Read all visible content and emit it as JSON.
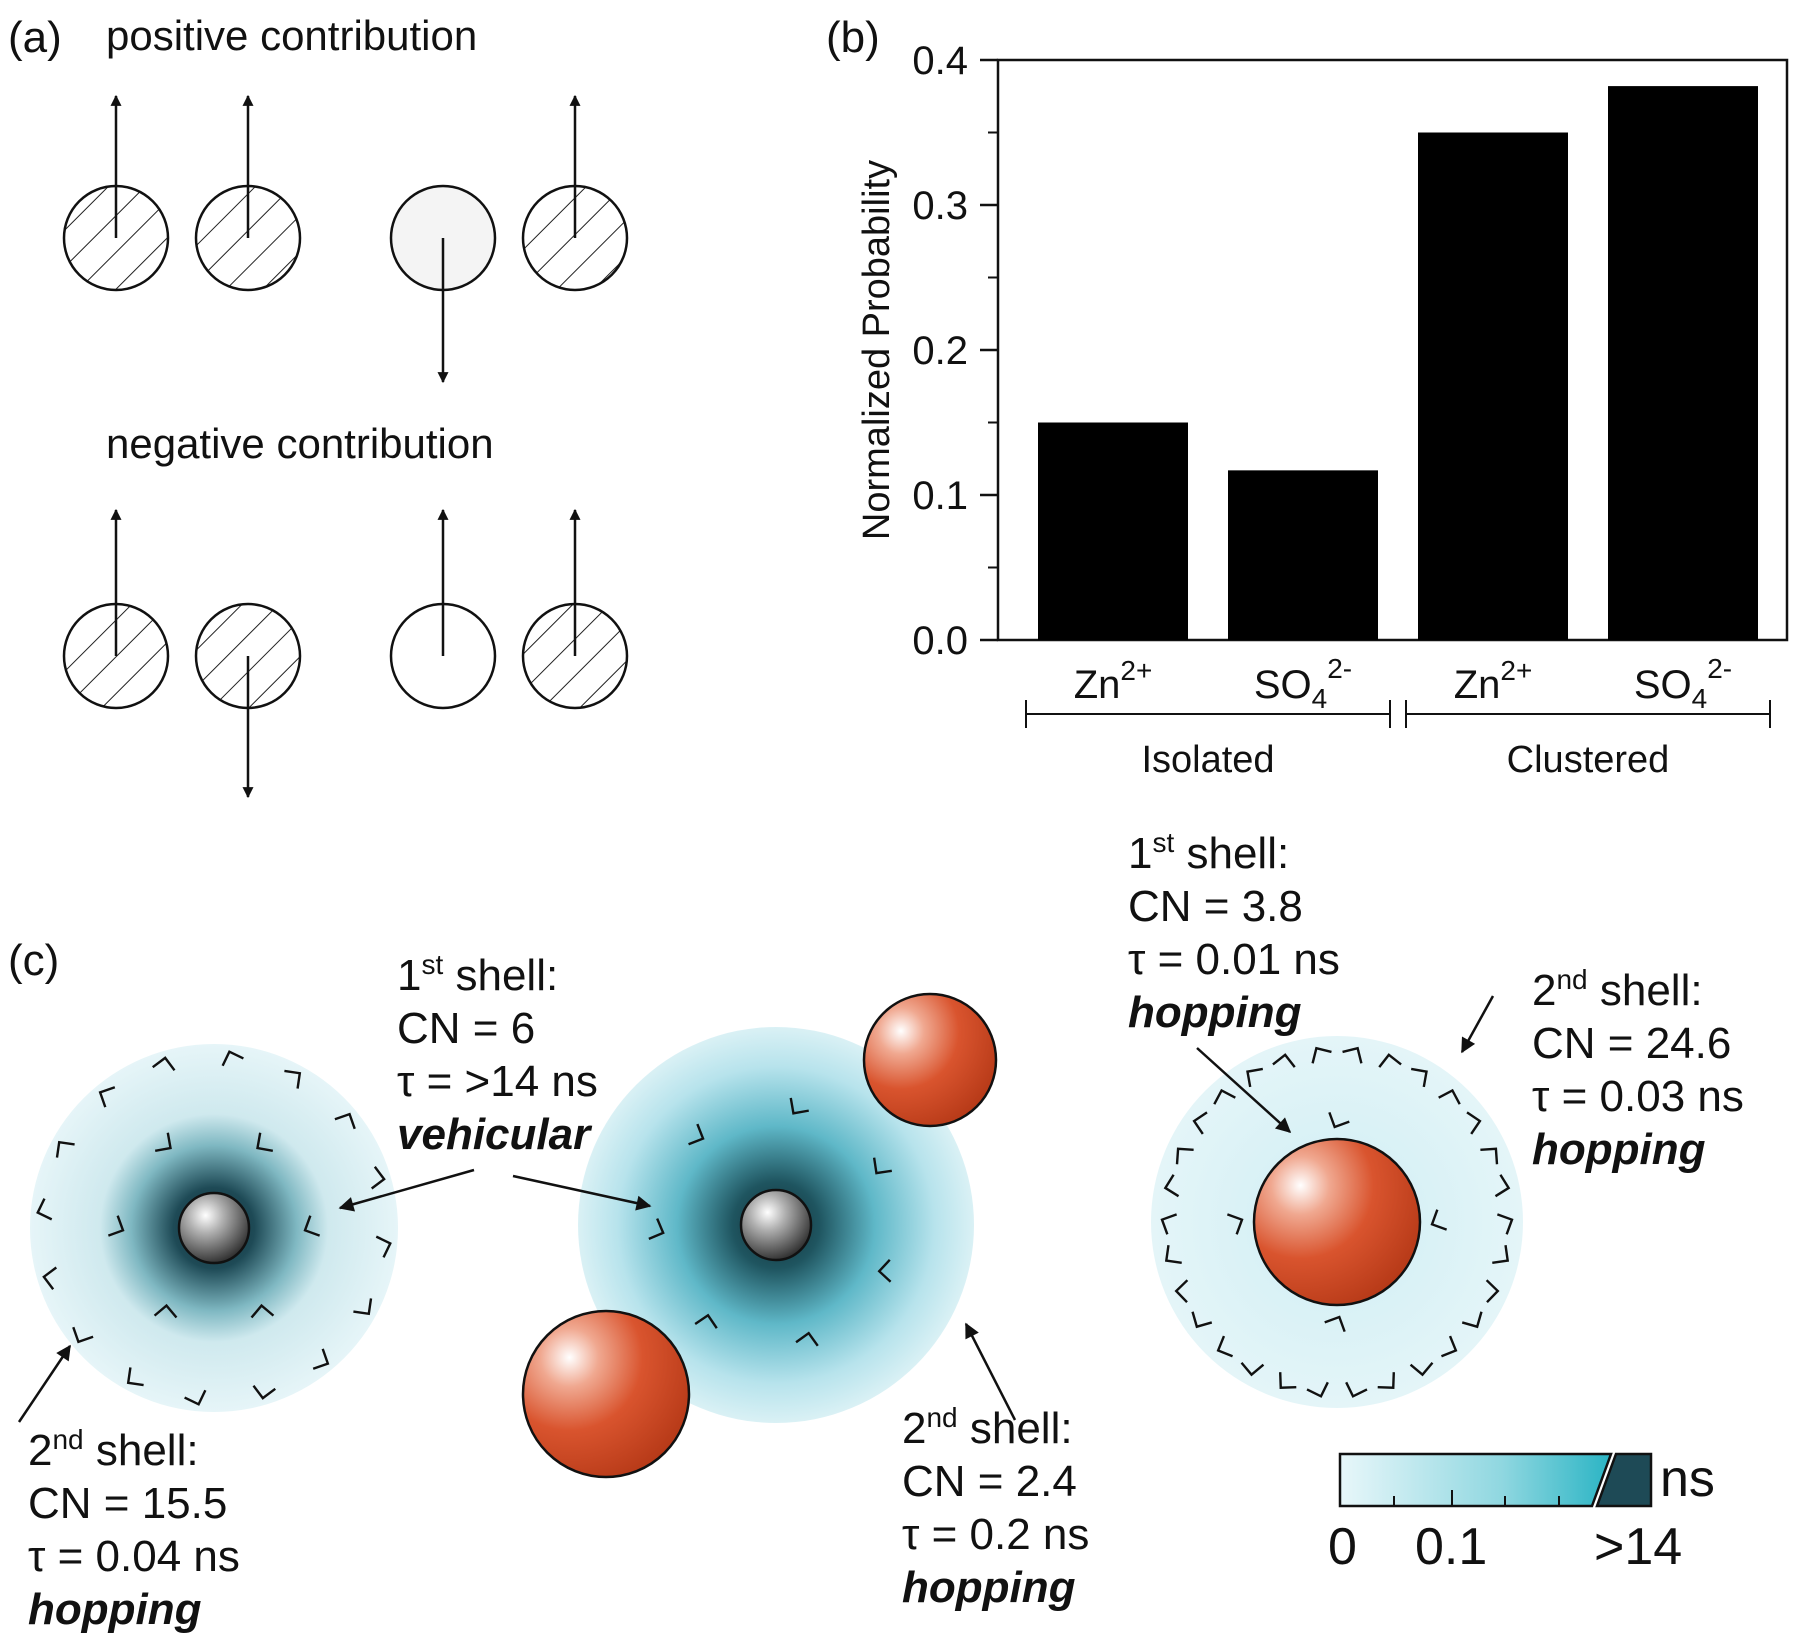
{
  "panel_a": {
    "label": "(a)",
    "positive_label": "positive contribution",
    "negative_label": "negative contribution"
  },
  "panel_b": {
    "label": "(b)"
  },
  "chart_data": {
    "type": "bar",
    "categories": [
      "Zn",
      "SO",
      "Zn",
      "SO"
    ],
    "category_superscripts": [
      "2+",
      "2-",
      "2+",
      "2-"
    ],
    "category_subscripts": [
      "",
      "4",
      "",
      "4"
    ],
    "groups": [
      {
        "name": "Isolated",
        "members": [
          0,
          1
        ]
      },
      {
        "name": "Clustered",
        "members": [
          2,
          3
        ]
      }
    ],
    "values": [
      0.15,
      0.117,
      0.35,
      0.382
    ],
    "ylabel": "Normalized Probability",
    "ylim": [
      0,
      0.4
    ],
    "yticks": [
      "0.0",
      "0.1",
      "0.2",
      "0.3",
      "0.4"
    ],
    "ytick_values": [
      0,
      0.1,
      0.2,
      0.3,
      0.4
    ],
    "bar_color": "#000000",
    "grid": false
  },
  "panel_c": {
    "label": "(c)",
    "left_first_shell": {
      "title_base": "1",
      "title_sup": "st",
      "title_rest": " shell:",
      "cn": "CN = 6",
      "tau": "τ = >14 ns",
      "mechanism": "vehicular"
    },
    "left_second_shell": {
      "title_base": "2",
      "title_sup": "nd",
      "title_rest": " shell:",
      "cn": "CN = 15.5",
      "tau": "τ = 0.04 ns",
      "mechanism": "hopping"
    },
    "middle_second_shell": {
      "title_base": "2",
      "title_sup": "nd",
      "title_rest": " shell:",
      "cn": "CN = 2.4",
      "tau": "τ = 0.2 ns",
      "mechanism": "hopping"
    },
    "right_first_shell": {
      "title_base": "1",
      "title_sup": "st",
      "title_rest": " shell:",
      "cn": "CN = 3.8",
      "tau": "τ = 0.01 ns",
      "mechanism": "hopping"
    },
    "right_second_shell": {
      "title_base": "2",
      "title_sup": "nd",
      "title_rest": " shell:",
      "cn": "CN = 24.6",
      "tau": "τ = 0.03 ns",
      "mechanism": "hopping"
    },
    "colorbar": {
      "unit": "ns",
      "tick_0": "0",
      "tick_01": "0.1",
      "tick_max": ">14"
    },
    "colors": {
      "halo": "#6fc8d6",
      "dark": "#1e4a56",
      "sulfate": "#c8401f",
      "zinc": "#8a8a8a"
    }
  }
}
